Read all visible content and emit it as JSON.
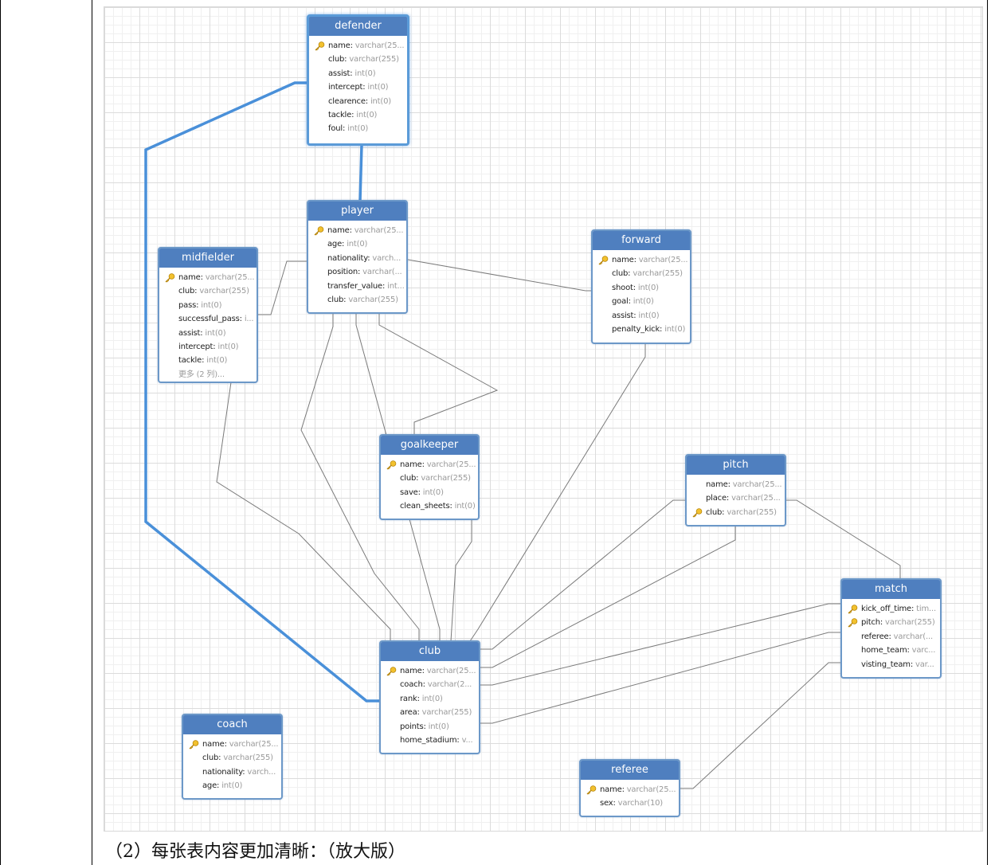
{
  "tables": {
    "defender": {
      "title": "defender",
      "rows": [
        {
          "key": true,
          "name": "name",
          "type": "varchar(25..."
        },
        {
          "name": "club",
          "type": "varchar(255)"
        },
        {
          "name": "assist",
          "type": "int(0)"
        },
        {
          "name": "intercept",
          "type": "int(0)"
        },
        {
          "name": "clearence",
          "type": "int(0)"
        },
        {
          "name": "tackle",
          "type": "int(0)"
        },
        {
          "name": "foul",
          "type": "int(0)"
        }
      ]
    },
    "player": {
      "title": "player",
      "rows": [
        {
          "key": true,
          "name": "name",
          "type": "varchar(25..."
        },
        {
          "name": "age",
          "type": "int(0)"
        },
        {
          "name": "nationality",
          "type": "varch..."
        },
        {
          "name": "position",
          "type": "varchar(..."
        },
        {
          "name": "transfer_value",
          "type": "int..."
        },
        {
          "name": "club",
          "type": "varchar(255)"
        }
      ]
    },
    "midfielder": {
      "title": "midfielder",
      "rows": [
        {
          "key": true,
          "name": "name",
          "type": "varchar(25..."
        },
        {
          "name": "club",
          "type": "varchar(255)"
        },
        {
          "name": "pass",
          "type": "int(0)"
        },
        {
          "name": "successful_pass",
          "type": "i..."
        },
        {
          "name": "assist",
          "type": "int(0)"
        },
        {
          "name": "intercept",
          "type": "int(0)"
        },
        {
          "name": "tackle",
          "type": "int(0)"
        },
        {
          "name": "更多 (2 列)...",
          "type": "",
          "more": true
        }
      ]
    },
    "forward": {
      "title": "forward",
      "rows": [
        {
          "key": true,
          "name": "name",
          "type": "varchar(25..."
        },
        {
          "name": "club",
          "type": "varchar(255)"
        },
        {
          "name": "shoot",
          "type": "int(0)"
        },
        {
          "name": "goal",
          "type": "int(0)"
        },
        {
          "name": "assist",
          "type": "int(0)"
        },
        {
          "name": "penalty_kick",
          "type": "int(0)"
        }
      ]
    },
    "goalkeeper": {
      "title": "goalkeeper",
      "rows": [
        {
          "key": true,
          "name": "name",
          "type": "varchar(25..."
        },
        {
          "name": "club",
          "type": "varchar(255)"
        },
        {
          "name": "save",
          "type": "int(0)"
        },
        {
          "name": "clean_sheets",
          "type": "int(0)"
        }
      ]
    },
    "pitch": {
      "title": "pitch",
      "rows": [
        {
          "name": "name",
          "type": "varchar(25..."
        },
        {
          "name": "place",
          "type": "varchar(25..."
        },
        {
          "key": true,
          "name": "club",
          "type": "varchar(255)"
        }
      ]
    },
    "match": {
      "title": "match",
      "rows": [
        {
          "key": true,
          "name": "kick_off_time",
          "type": "tim..."
        },
        {
          "key": true,
          "name": "pitch",
          "type": "varchar(255)"
        },
        {
          "name": "referee",
          "type": "varchar(..."
        },
        {
          "name": "home_team",
          "type": "varc..."
        },
        {
          "name": "visting_team",
          "type": "var..."
        }
      ]
    },
    "club": {
      "title": "club",
      "rows": [
        {
          "key": true,
          "name": "name",
          "type": "varchar(25..."
        },
        {
          "name": "coach",
          "type": "varchar(2..."
        },
        {
          "name": "rank",
          "type": "int(0)"
        },
        {
          "name": "area",
          "type": "varchar(255)"
        },
        {
          "name": "points",
          "type": "int(0)"
        },
        {
          "name": "home_stadium",
          "type": "v..."
        }
      ]
    },
    "coach": {
      "title": "coach",
      "rows": [
        {
          "key": true,
          "name": "name",
          "type": "varchar(25..."
        },
        {
          "name": "club",
          "type": "varchar(255)"
        },
        {
          "name": "nationality",
          "type": "varch..."
        },
        {
          "name": "age",
          "type": "int(0)"
        }
      ]
    },
    "referee": {
      "title": "referee",
      "rows": [
        {
          "key": true,
          "name": "name",
          "type": "varchar(25..."
        },
        {
          "name": "sex",
          "type": "varchar(10)"
        }
      ]
    }
  },
  "caption": "（2）每张表内容更加清晰：（放大版）",
  "colors": {
    "header": "#4f7fbf",
    "border": "#6c98c8",
    "selected_link": "#4a90d9",
    "link": "#7a7a7a",
    "type_text": "#9a9a9a"
  },
  "icons": {
    "primary_key": "key-icon"
  }
}
